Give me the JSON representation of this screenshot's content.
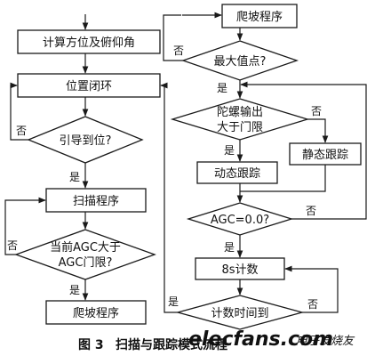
{
  "flowchart": {
    "left": {
      "compute": "计算方位及俯仰角",
      "position_loop": "位置闭环",
      "guide_decision": "引导到位?",
      "scan": "扫描程序",
      "agc_decision_line1": "当前AGC大于",
      "agc_decision_line2": "AGC门限?",
      "climb": "爬坡程序"
    },
    "right": {
      "climb": "爬坡程序",
      "max_decision": "最大值点?",
      "gyro_decision_line1": "陀螺输出",
      "gyro_decision_line2": "大于门限",
      "static_track": "静态跟踪",
      "dynamic_track": "动态跟踪",
      "agc_zero": "AGC=0.0?",
      "count_8s": "8s计数",
      "time_decision": "计数时间到"
    },
    "labels": {
      "yes": "是",
      "no": "否"
    }
  },
  "caption": {
    "figure_no": "图 3",
    "title": "扫描与跟踪模式流程"
  },
  "watermark": {
    "site": "elecfans.com",
    "name": "电子发烧友"
  }
}
